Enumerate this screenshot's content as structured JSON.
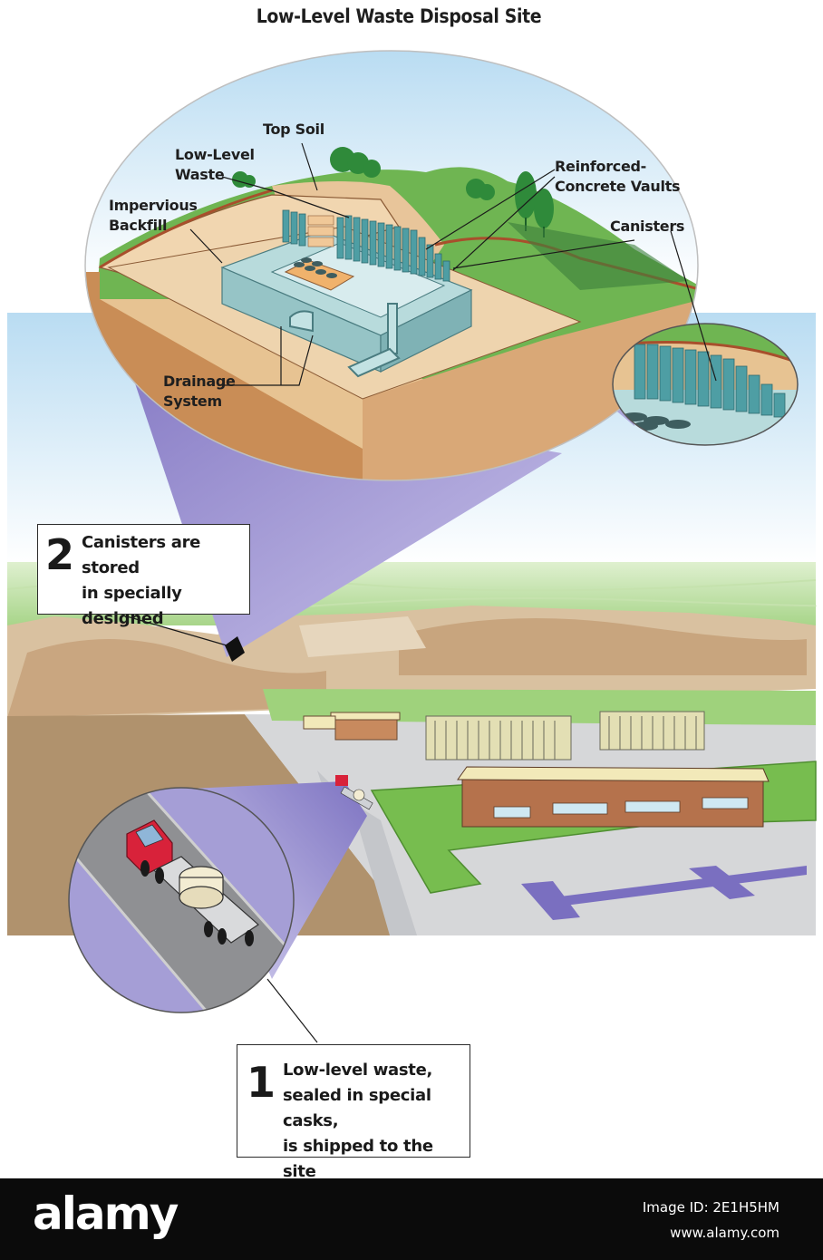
{
  "title": "Low-Level Waste Disposal Site",
  "labels": {
    "top_soil": "Top Soil",
    "low_level_waste": "Low-Level\nWaste",
    "impervious_backfill": "Impervious\nBackfill",
    "reinforced_concrete_vaults": "Reinforced-\nConcrete Vaults",
    "canisters": "Canisters",
    "drainage_system": "Drainage\nSystem"
  },
  "steps": [
    {
      "number": "2",
      "text": "Canisters are stored\nin specially\ndesigned"
    },
    {
      "number": "1",
      "text": "Low-level waste,\nsealed in special casks,\nis shipped to the site"
    }
  ],
  "footer": {
    "logo": "alamy",
    "image_id": "Image ID: 2E1H5HM",
    "site": "www.alamy.com"
  },
  "colors": {
    "sky": "#b9dcf2",
    "grass": "#7dbf58",
    "soil": "#e8c59a",
    "callout_purple": "#9b8fd0",
    "vault": "#b8dbdc",
    "canister": "#4e9ea4",
    "truck_cab": "#d8223a",
    "building_brick": "#b5724c",
    "footer_bg": "#0b0b0b"
  }
}
